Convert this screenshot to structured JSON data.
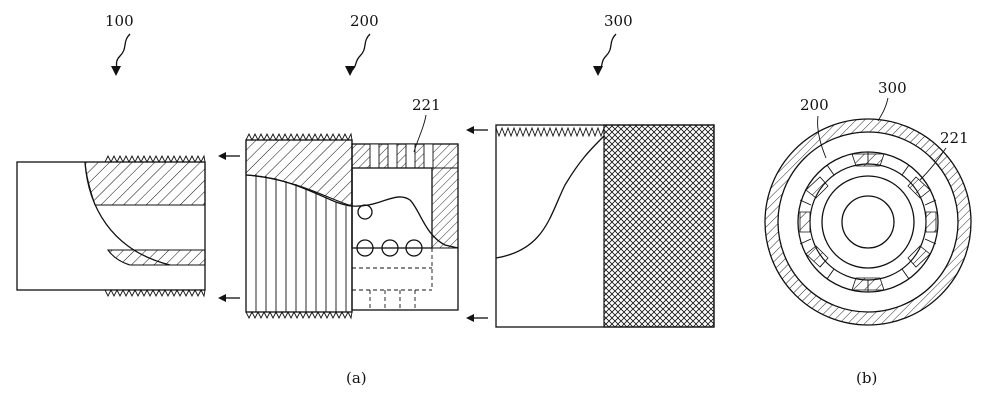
{
  "figure": {
    "labels": {
      "part_100": "100",
      "part_200": "200",
      "part_300": "300",
      "ref_221_a": "221",
      "ref_200_b": "200",
      "ref_300_b": "300",
      "ref_221_b": "221"
    },
    "captions": {
      "a": "(a)",
      "b": "(b)"
    }
  }
}
